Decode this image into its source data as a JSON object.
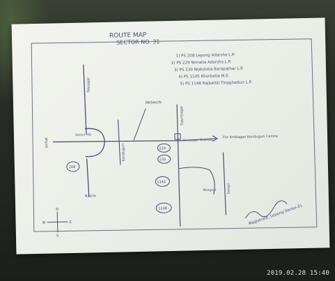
{
  "map": {
    "title": "ROUTE MAP",
    "subtitle": "SECTOR NO. 31",
    "legend": [
      "1) PS 208 Lepong Adarsha L.P.",
      "2) PS 229 Nimatia Adarsha L.P.",
      "3) PS 230 Nijdulutia Barapathar L.P.",
      "4) PS 1145 Khurbatia M.E.",
      "5) PS 1148 Rajbatidi Tingghattun L.P."
    ],
    "labels": {
      "top_road": "Sibsagar",
      "left_road": "Jorhat",
      "bottom_road": "Nazira",
      "branch_road": "Kenduguri",
      "network": "Network",
      "hq": "Sector HQ",
      "lower_road": "Gaurisagar",
      "bend_label": "Bhogpur",
      "right_vertical": "Sonari",
      "center_box": "Sivasagar Gowsala",
      "arrow_dest": "For Ambagan Kenduguri Centre"
    },
    "polling_stations": [
      "208",
      "229",
      "230",
      "1145",
      "1148"
    ],
    "signature": "Magistrate, Lepong Sector-31",
    "compass": {
      "n": "N",
      "s": "S",
      "e": "E",
      "w": "W"
    }
  },
  "photo": {
    "timestamp": "2019.02.28 15:40"
  }
}
